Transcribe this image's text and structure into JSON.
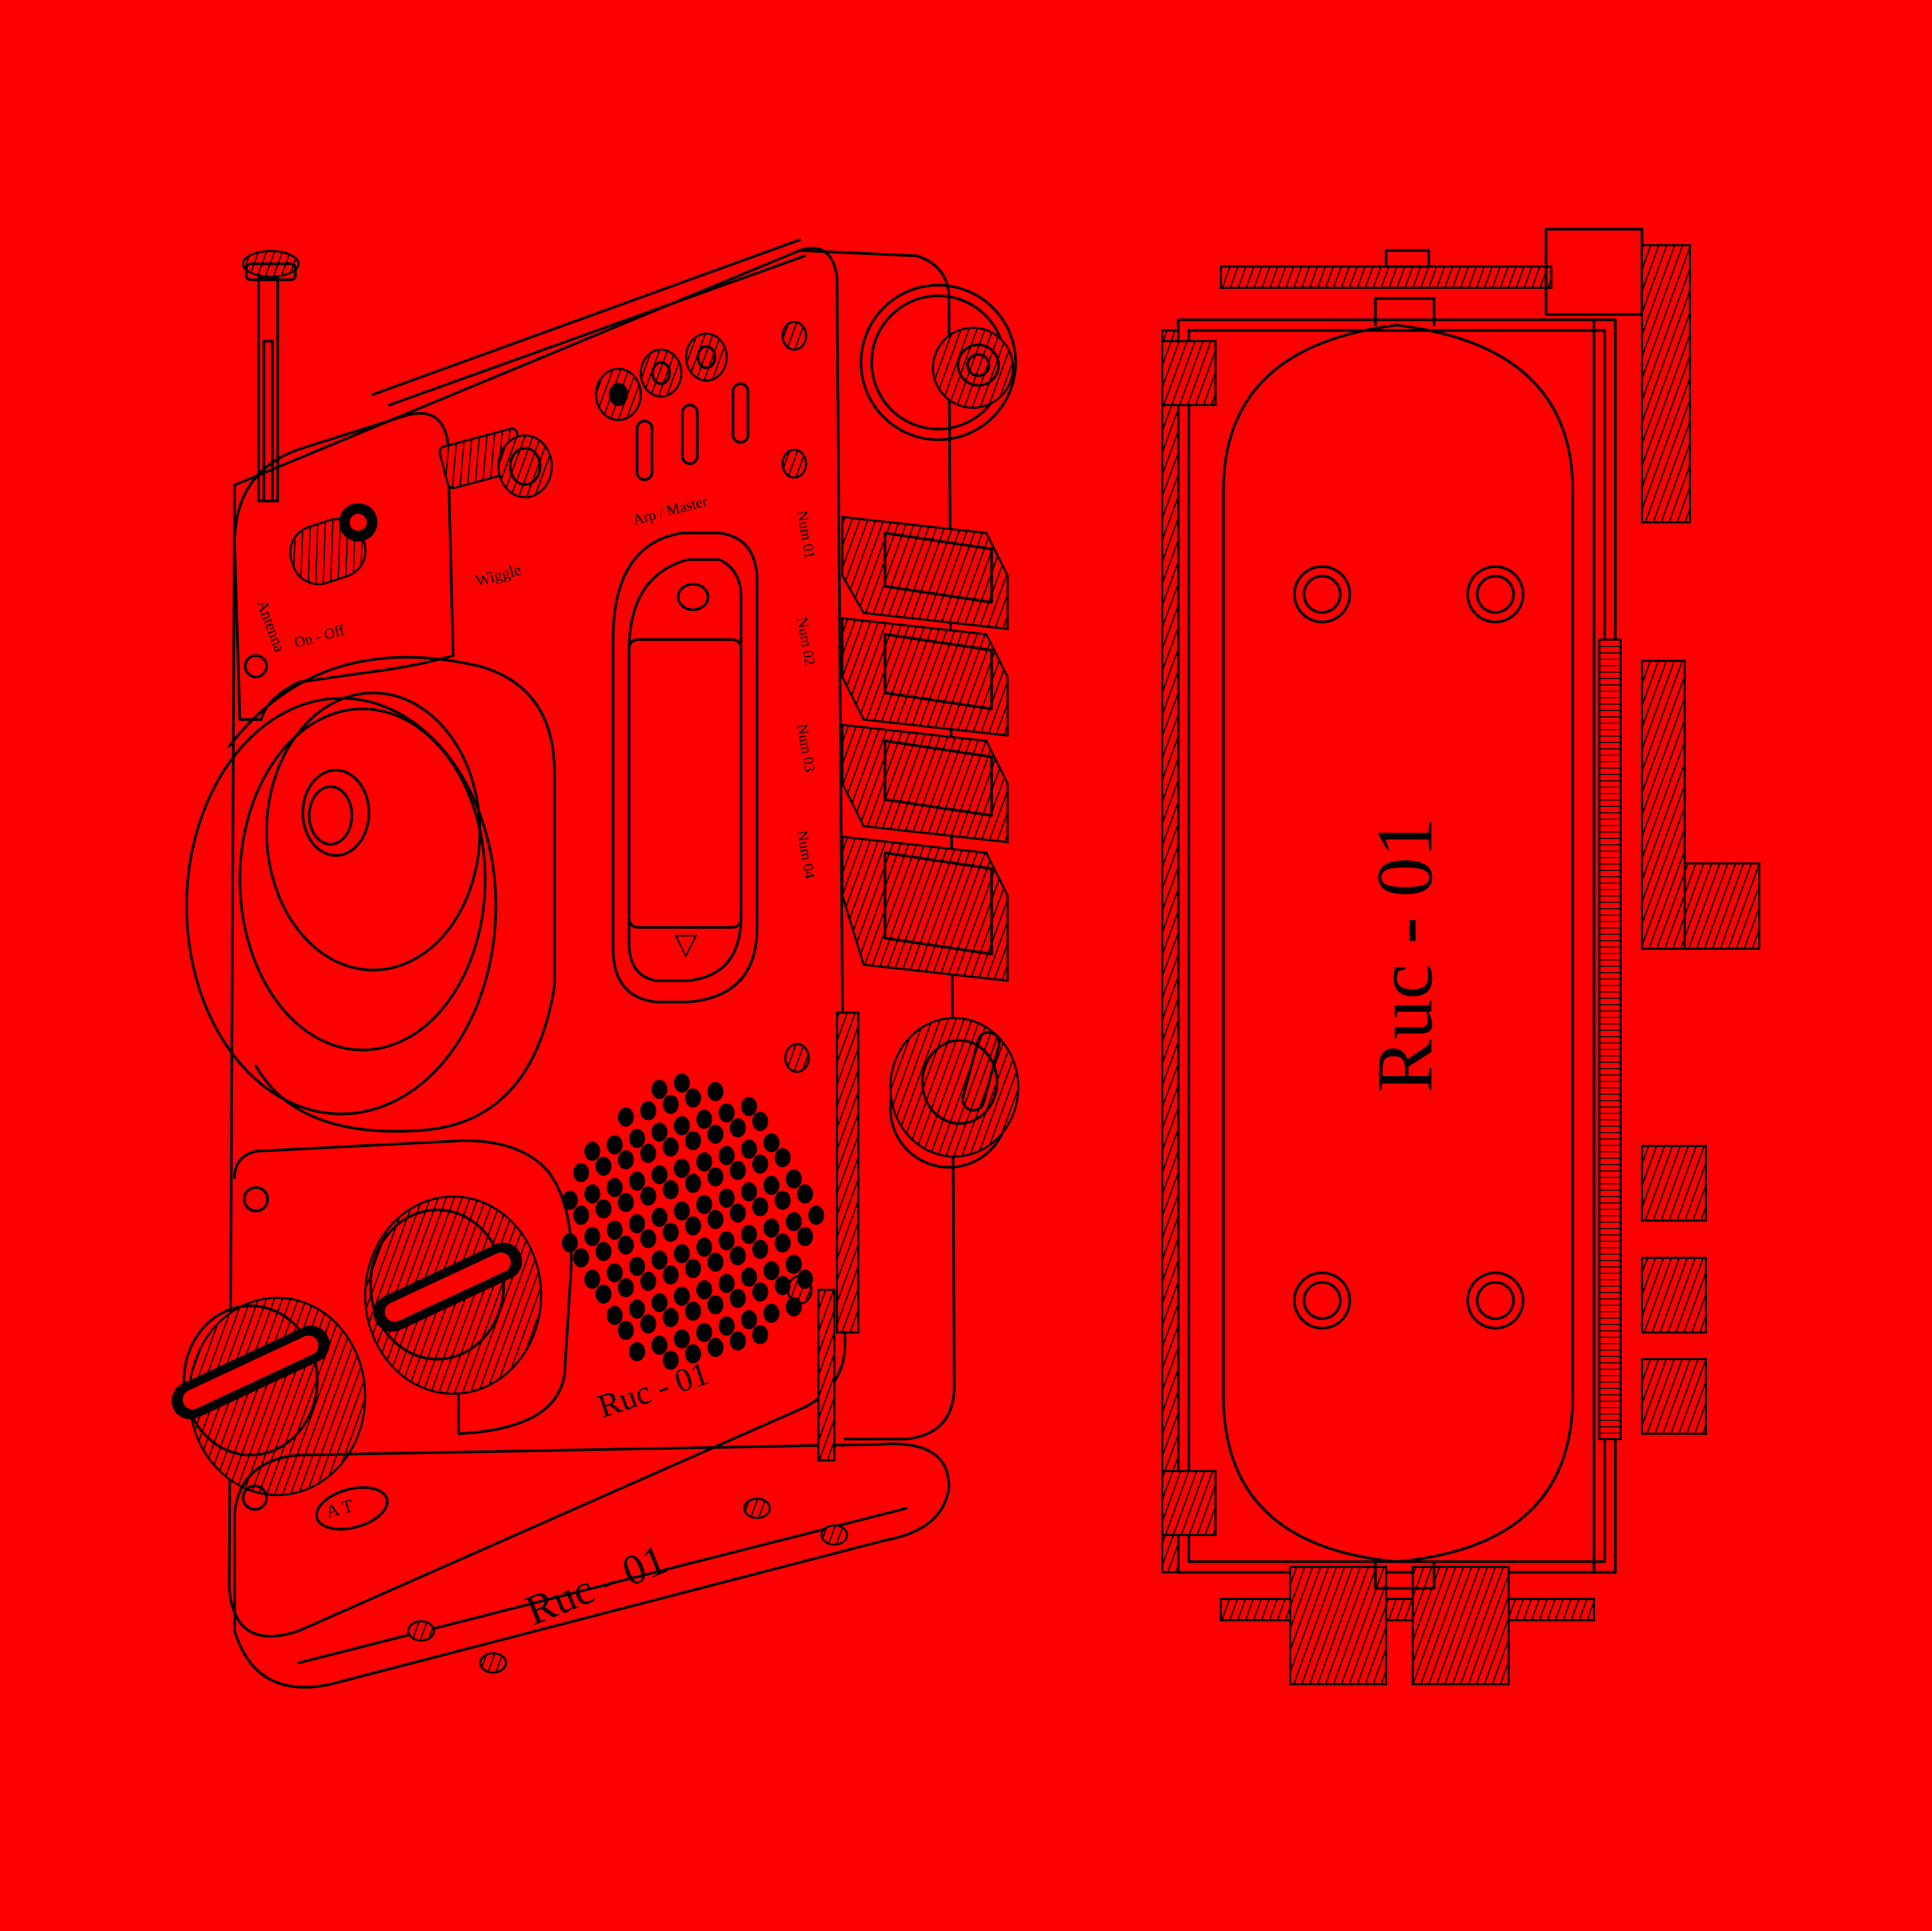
{
  "background_color": "#ff0000",
  "line_color": "#000000",
  "device": {
    "labels": {
      "antenna": "Antenna",
      "on_off": "On - Off",
      "wiggle": "Wiggle",
      "arp_master": "Arp / Master",
      "num01": "Num 01",
      "num02": "Num 02",
      "num03": "Num 03",
      "num04": "Num 04",
      "model_front": "Ruc - 01",
      "at": "A T",
      "model_bottom": "Ruc - 01",
      "model_side": "Ruc - 01"
    },
    "screen_icon": "triangle-down-icon"
  }
}
